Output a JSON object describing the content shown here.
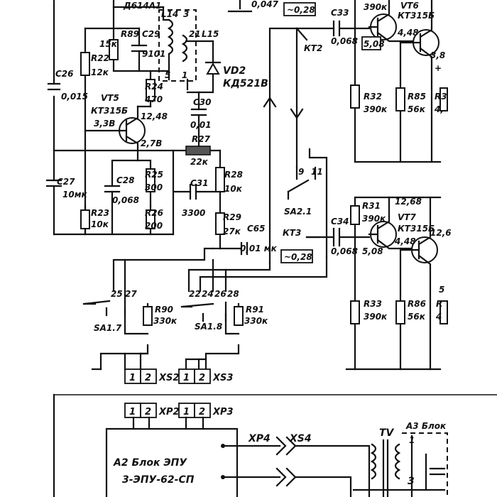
{
  "labels": {
    "d614a1": "Д614А1",
    "c_top": "0,047",
    "l14": "L14",
    "l14_pin3": "3",
    "r89": "R89",
    "r89_val": "15к",
    "c29": "C29",
    "c29_val": "9101",
    "pin21": "21",
    "l15": "L15",
    "l_pin5": "5",
    "l_pin1": "1",
    "r22": "R22",
    "r22_val": "12к",
    "c26": "C26",
    "c26_val": "0,015",
    "vt5": "VT5",
    "vt5_type": "КТ315Б",
    "vt5_v_e": "3,3В",
    "vt5_v_c": "12,48",
    "vt5_v_b": "2,7В",
    "r24": "R24",
    "r24_val": "470",
    "vd2": "VD2",
    "vd2_type": "КД521В",
    "c30": "C30",
    "c30_val": "0,01",
    "r27": "R27",
    "r27_val": "22к",
    "c28": "C28",
    "c28_val": "0,068",
    "r25": "R25",
    "r25_val": "300",
    "c27": "C27",
    "c27_val": "10мк",
    "r23": "R23",
    "r23_val": "10к",
    "r26": "R26",
    "r26_val": "200",
    "c31": "C31",
    "c31_val": "3300",
    "r28": "R28",
    "r28_val": "10к",
    "r29": "R29",
    "r29_val": "27к",
    "c65": "C65",
    "c65_val": "0,01 мк",
    "kt2_v": "~0,28",
    "kt2": "КТ2",
    "c33": "C33",
    "c33_val": "0,068",
    "vt6": "VT6",
    "vt6_type": "КТ315Б",
    "v_top_r": "390к",
    "v_508_a": "5,08",
    "v_448_a": "4,48",
    "v_38": "3,8",
    "r32": "R32",
    "r32_val": "390к",
    "r85": "R85",
    "r85_val": "56к",
    "r3x": "R3",
    "r3x_val": "4,",
    "sa21_9": "9",
    "sa21_11": "11",
    "sa21": "SA2.1",
    "r31": "R31",
    "r31_val": "390к",
    "c34": "C34",
    "c34_val": "0,068",
    "kt3": "КТ3",
    "kt3_v": "~0,28",
    "vt7": "VT7",
    "vt7_type": "КТ315Б",
    "v_1268_a": "12,68",
    "v_1268_b": "12,6",
    "v_508_b": "5,08",
    "v_448_b": "4,48",
    "r33": "R33",
    "r33_val": "390к",
    "r86": "R86",
    "r86_val": "56к",
    "r4x": "R",
    "r4x_val": "4",
    "pin25": "25",
    "pin27": "27",
    "pin22": "22",
    "pin24": "24",
    "pin26": "26",
    "pin28": "28",
    "sa17": "SA1.7",
    "sa18": "SA1.8",
    "r90": "R90",
    "r90_val": "330к",
    "r91": "R91",
    "r91_val": "330к",
    "xs2_1": "1",
    "xs2_2": "2",
    "xs2": "XS2",
    "xs3_1": "1",
    "xs3_2": "2",
    "xs3": "XS3",
    "xp2_1": "1",
    "xp2_2": "2",
    "xp2": "XP2",
    "xp3_1": "1",
    "xp3_2": "2",
    "xp3": "XP3",
    "xp4": "XP4",
    "xs4": "XS4",
    "tv": "TV",
    "a3": "A3 Блок",
    "a3_pin1": "1",
    "a2_line1": "A2 Блок ЭПУ",
    "a2_line2": "3-ЭПУ-62-СП",
    "tv_pin3": "3",
    "v_5_edge": "5",
    "v_plus_edge": "+"
  }
}
